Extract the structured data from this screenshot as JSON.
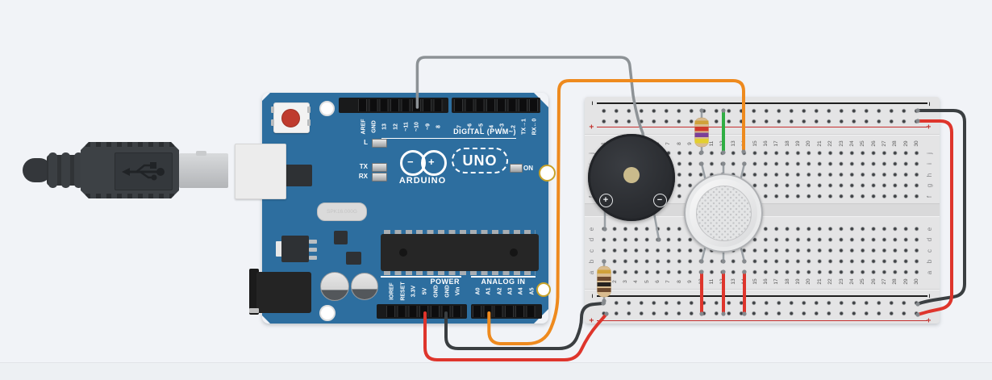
{
  "arduino": {
    "board_color": "#2d6e9f",
    "logo_text": "ARDUINO",
    "model_text": "UNO",
    "on_label": "ON",
    "led_l_label": "L",
    "led_tx_label": "TX",
    "led_rx_label": "RX",
    "crystal_label": "SPK16.000G",
    "digital_section_label": "DIGITAL (PWM~)",
    "power_section_label": "POWER",
    "analog_section_label": "ANALOG IN",
    "digital_pins_left": [
      "AREF",
      "GND",
      "13",
      "12",
      "~11",
      "~10",
      "~9",
      "8"
    ],
    "digital_pins_right": [
      "7",
      "~6",
      "~5",
      "4",
      "~3",
      "2",
      "TX→1",
      "RX←0"
    ],
    "power_pins": [
      "IOREF",
      "RESET",
      "3.3V",
      "5V",
      "GND",
      "GND",
      "Vin"
    ],
    "analog_pins": [
      "A0",
      "A1",
      "A2",
      "A3",
      "A4",
      "A5"
    ]
  },
  "breadboard": {
    "column_numbers": [
      "1",
      "2",
      "3",
      "4",
      "5",
      "6",
      "7",
      "8",
      "9",
      "10",
      "11",
      "12",
      "13",
      "14",
      "15",
      "16",
      "17",
      "18",
      "19",
      "20",
      "21",
      "22",
      "23",
      "24",
      "25",
      "26",
      "27",
      "28",
      "29",
      "30"
    ],
    "row_letters_top": [
      "j",
      "i",
      "h",
      "g",
      "f"
    ],
    "row_letters_bottom": [
      "e",
      "d",
      "c",
      "b",
      "a"
    ],
    "rail_minus_label": "−",
    "rail_plus_label": "+"
  },
  "components": {
    "buzzer": {
      "plus_label": "+",
      "minus_label": "−"
    },
    "gas_sensor": {
      "type": "gas-sensor"
    },
    "resistor_top": {
      "band_colors": [
        "#cfa13a",
        "#cf3a2c",
        "#7b3f98",
        "#e3cf2e"
      ],
      "body_color": "#d9bc8f"
    },
    "resistor_bottom": {
      "band_colors": [
        "#cfa13a",
        "#6d4a2f",
        "#26221f",
        "#6d4a2f"
      ],
      "body_color": "#d9bc8f"
    }
  },
  "wires": {
    "signal_gray": {
      "color": "#8d9296"
    },
    "analog_orange": {
      "color": "#ee8a1e"
    },
    "power_red": {
      "color": "#de352c"
    },
    "ground_black": {
      "color": "#3a3e41"
    },
    "green_jumper": {
      "color": "#2fae43"
    },
    "red_jumper": {
      "color": "#de352c"
    },
    "rail_black": {
      "color": "#3a3e41"
    },
    "rail_red": {
      "color": "#de352c"
    },
    "lead_gray": {
      "color": "#9aa0a5"
    }
  }
}
